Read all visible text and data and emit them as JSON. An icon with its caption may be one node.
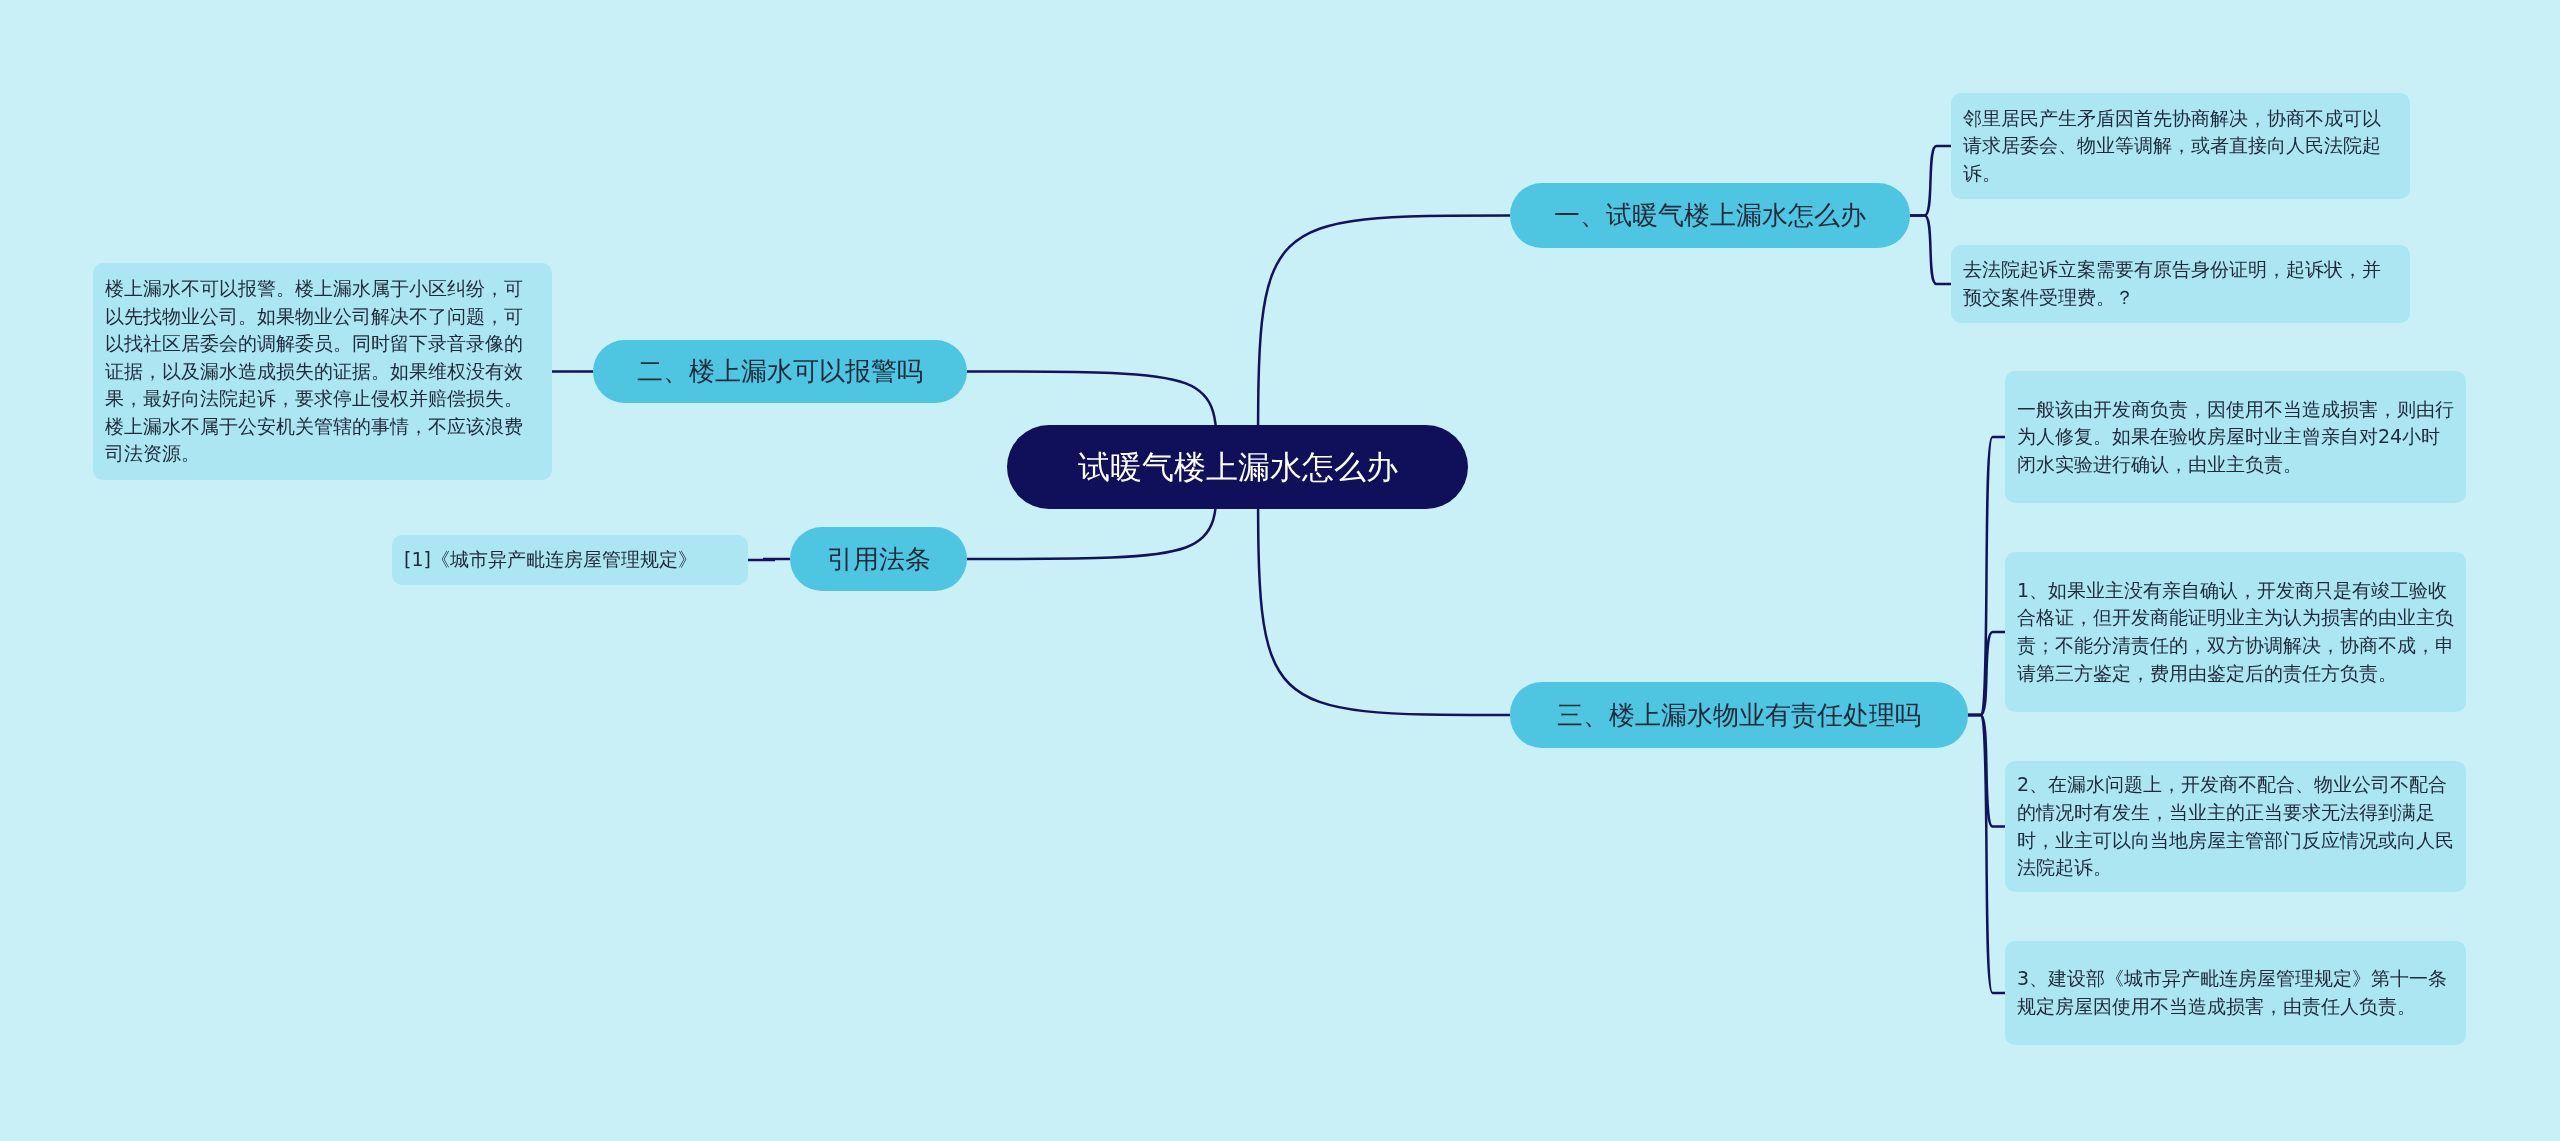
{
  "diagram": {
    "nodes": [
      {
        "text": [
          "试暖气楼上漏水怎么办"
        ]
      },
      {
        "text": [
          "一、试暖气楼上漏水怎么办"
        ]
      },
      {
        "text": [
          "邻里居民产生矛盾因首先协商解决，协商不成可以请求居委会、物业等调解，或者直接向人民法院起诉。"
        ]
      },
      {
        "text": [
          "去法院起诉立案需要有原告身份证明，起诉状，并预交案件受理费。？"
        ]
      },
      {
        "text": [
          "二、楼上漏水可以报警吗"
        ]
      },
      {
        "text": [
          "楼上漏水不可以报警。楼上漏水属于小区纠纷，可以先找物业公司。如果物业公司解决不了问题，可以找社区居委会的调解委员。同时留下录音录像的证据，以及漏水造成损失的证据。如果维权没有效果，最好向法院起诉，要求停止侵权并赔偿损失。楼上漏水不属于公安机关管辖的事情，不应该浪费司法资源。"
        ]
      },
      {
        "text": [
          "引用法条"
        ]
      },
      {
        "text": [
          "[1]《城市异产毗连房屋管理规定》"
        ]
      },
      {
        "text": [
          "三、楼上漏水物业有责任处理吗"
        ]
      },
      {
        "text": [
          "一般该由开发商负责，因使用不当造成损害，则由行为人修复。如果在验收房屋时业主曾亲自对24小时闭水实验进行确认，由业主负责。"
        ]
      },
      {
        "text": [
          "1、如果业主没有亲自确认，开发商只是有竣工验收合格证，但开发商能证明业主为认为损害的由业主负责；不能分清责任的，双方协调解决，协商不成，申请第三方鉴定，费用由鉴定后的责任方负责。"
        ]
      },
      {
        "text": [
          "2、在漏水问题上，开发商不配合、物业公司不配合的情况时有发生，当业主的正当要求无法得到满足时，业主可以向当地房屋主管部门反应情况或向人民法院起诉。"
        ]
      },
      {
        "text": [
          "3、建设部《城市异产毗连房屋管理规定》第十一条规定房屋因使用不当造成损害，由责任人负责。"
        ]
      }
    ],
    "edges": [
      {
        "from": 0,
        "to": 1,
        "arrow": "none"
      },
      {
        "from": 0,
        "to": 4,
        "arrow": "none"
      },
      {
        "from": 0,
        "to": 6,
        "arrow": "none"
      },
      {
        "from": 0,
        "to": 8,
        "arrow": "none"
      },
      {
        "from": 1,
        "to": 2,
        "arrow": "none"
      },
      {
        "from": 1,
        "to": 3,
        "arrow": "none"
      },
      {
        "from": 4,
        "to": 5,
        "arrow": "none"
      },
      {
        "from": 6,
        "to": 7,
        "arrow": "none"
      },
      {
        "from": 8,
        "to": 9,
        "arrow": "none"
      },
      {
        "from": 8,
        "to": 10,
        "arrow": "none"
      },
      {
        "from": 8,
        "to": 11,
        "arrow": "none"
      },
      {
        "from": 8,
        "to": 12,
        "arrow": "none"
      }
    ]
  }
}
